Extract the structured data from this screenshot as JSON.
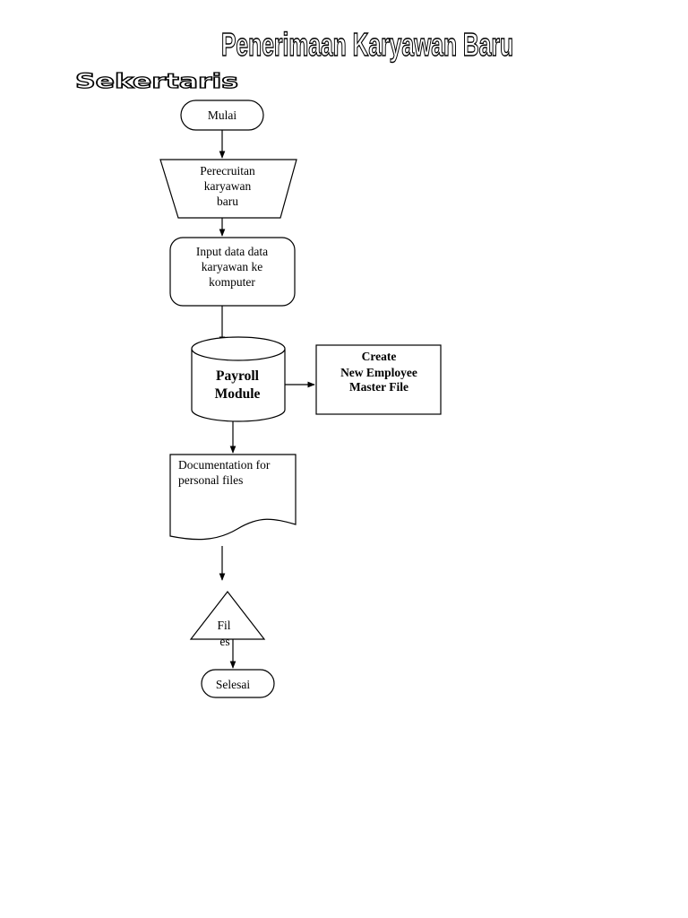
{
  "title": "Penerimaan Karyawan Baru",
  "subtitle": "Sekertaris",
  "nodes": {
    "start": {
      "label": "Mulai"
    },
    "recruit": {
      "lines": [
        "Perecruitan",
        "karyawan",
        "baru"
      ]
    },
    "input": {
      "lines": [
        "Input data data",
        "karyawan ke",
        "komputer"
      ]
    },
    "payroll": {
      "lines": [
        "Payroll",
        "Module"
      ]
    },
    "create": {
      "lines": [
        "Create",
        "New Employee",
        "Master File"
      ]
    },
    "documentation": {
      "lines": [
        "Documentation for",
        "personal files"
      ]
    },
    "files": {
      "lines": [
        "Fil",
        "es"
      ]
    },
    "end": {
      "label": "Selesai"
    }
  }
}
